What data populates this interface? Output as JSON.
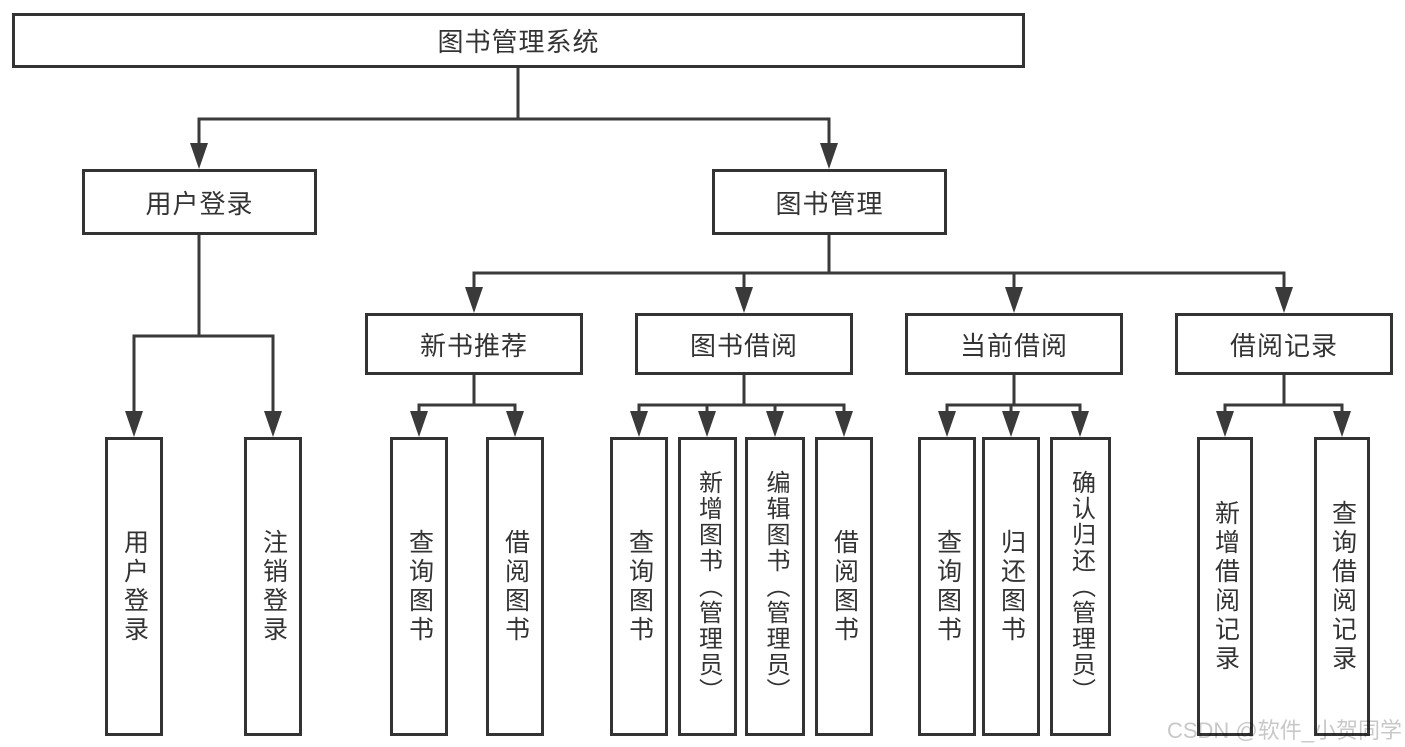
{
  "diagram": {
    "root": {
      "label": "图书管理系统"
    },
    "level2": [
      {
        "label": "用户登录"
      },
      {
        "label": "图书管理"
      }
    ],
    "level3": [
      {
        "label": "新书推荐"
      },
      {
        "label": "图书借阅"
      },
      {
        "label": "当前借阅"
      },
      {
        "label": "借阅记录"
      }
    ],
    "leaves": [
      {
        "label": "用户登录"
      },
      {
        "label": "注销登录"
      },
      {
        "label": "查询图书"
      },
      {
        "label": "借阅图书"
      },
      {
        "label": "查询图书"
      },
      {
        "label": "新增图书（管理员）"
      },
      {
        "label": "编辑图书（管理员）"
      },
      {
        "label": "借阅图书"
      },
      {
        "label": "查询图书"
      },
      {
        "label": "归还图书"
      },
      {
        "label": "确认归还（管理员）"
      },
      {
        "label": "新增借阅记录"
      },
      {
        "label": "查询借阅记录"
      }
    ],
    "watermark": "CSDN @软件_小贺同学",
    "colors": {
      "line": "#3a3a3a",
      "text": "#333333",
      "background": "#ffffff",
      "watermark": "#c8c8c8"
    }
  }
}
